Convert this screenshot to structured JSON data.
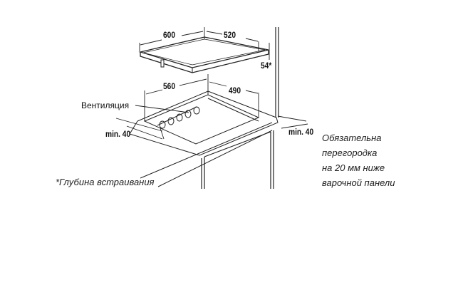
{
  "dimensions": {
    "hob_width": "600",
    "hob_depth": "520",
    "hob_height": "54*",
    "cutout_width": "560",
    "cutout_depth": "490",
    "min_left": "min. 40",
    "min_right": "min. 40"
  },
  "labels": {
    "ventilation": "Вентиляция",
    "depth_note": "*Глубина встраивания",
    "partition_note": [
      "Обязательна",
      "перегородка",
      "на 20 мм ниже",
      "варочной панели"
    ]
  }
}
